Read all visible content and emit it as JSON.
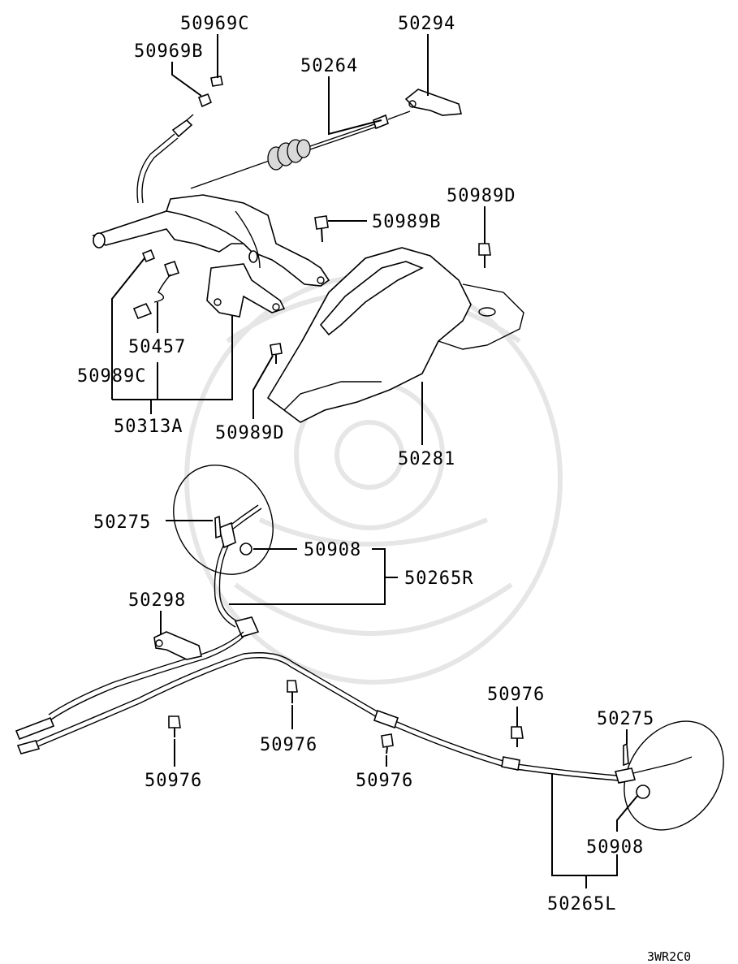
{
  "labels": {
    "p50969C": "50969C",
    "p50969B": "50969B",
    "p50264": "50264",
    "p50294": "50294",
    "p50989D_top": "50989D",
    "p50989B": "50989B",
    "p50457": "50457",
    "p50989C": "50989C",
    "p50313A": "50313A",
    "p50989D_mid": "50989D",
    "p50281": "50281",
    "p50275_left": "50275",
    "p50908_left": "50908",
    "p50265R": "50265R",
    "p50298": "50298",
    "p50976_a": "50976",
    "p50976_b": "50976",
    "p50976_c": "50976",
    "p50976_d": "50976",
    "p50275_right": "50275",
    "p50908_right": "50908",
    "p50265L": "50265L"
  },
  "diagram_code": "3WR2C0"
}
